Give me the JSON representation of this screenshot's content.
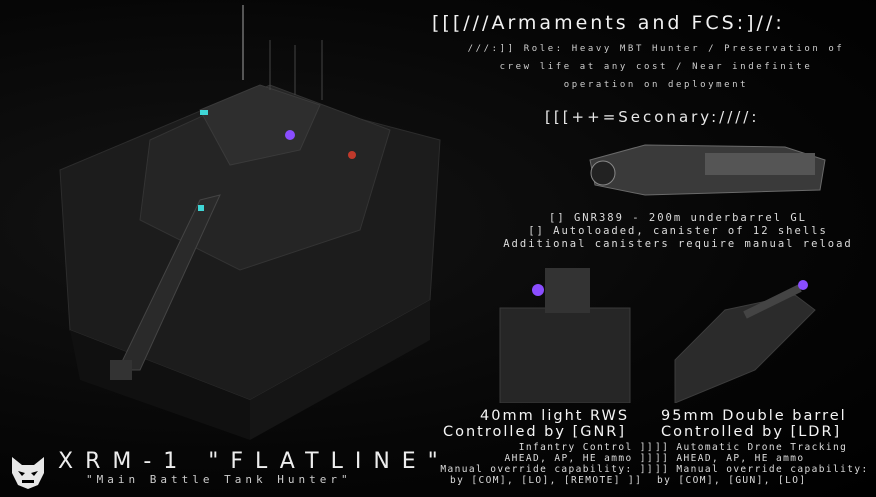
{
  "header": {
    "title": "[[[///Armaments and FCS:]//:",
    "role_lines": [
      "///:]] Role: Heavy MBT Hunter / Preservation of",
      "crew life at any cost / Near indefinite",
      "operation on deployment"
    ]
  },
  "secondary": {
    "title": "[[[++=Seconary:////:",
    "lines": [
      "[]  GNR389 - 200m underbarrel GL",
      "[] Autoloaded, canister of 12 shells",
      "Additional canisters require manual reload"
    ]
  },
  "rws": {
    "title": "40mm light RWS",
    "controller": "Controlled by [GNR]",
    "lines": [
      "Infantry Control ]]",
      "AHEAD, AP, HE ammo ]]",
      "Manual override capability: ]]",
      "by  [COM], [LO], [REMOTE] ]]"
    ]
  },
  "double_barrel": {
    "title": "95mm Double barrel",
    "controller": "Controlled by [LDR]",
    "lines": [
      "]] Automatic Drone Tracking",
      "]] AHEAD, AP, HE ammo",
      "]] Manual override capability:",
      "by  [COM], [GUN], [LO]"
    ]
  },
  "footer": {
    "name": "XRM-1 \"FLATLINE\"",
    "subtitle": "\"Main Battle Tank Hunter\""
  },
  "colors": {
    "accent_cyan": "#3fd6d6",
    "accent_purple": "#8a4dff",
    "accent_red": "#c0392b"
  }
}
